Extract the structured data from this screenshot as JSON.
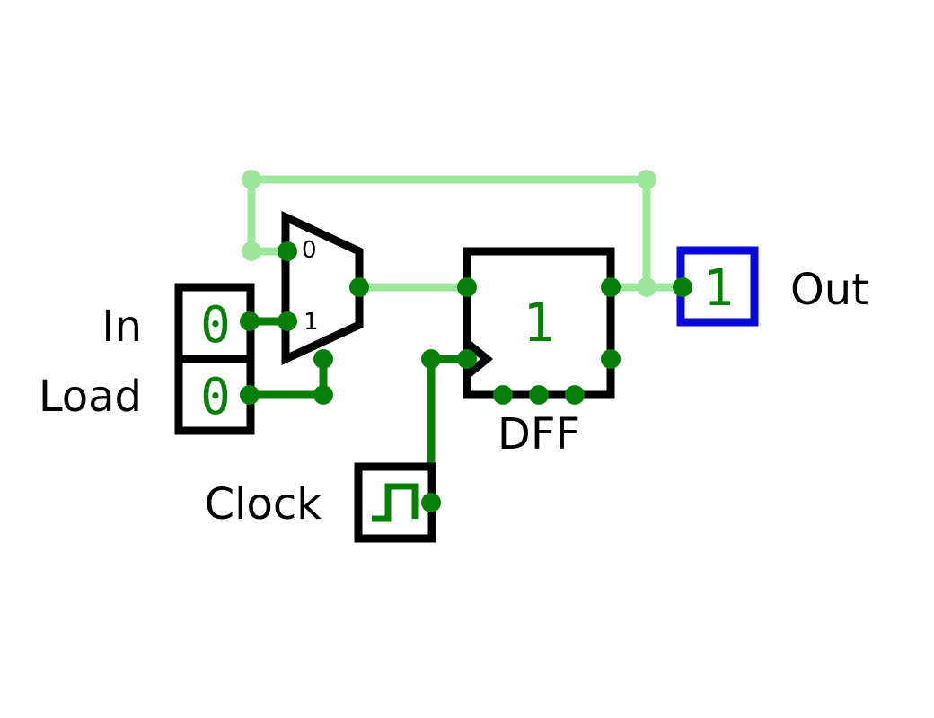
{
  "colors": {
    "wire_high": "#9be89b",
    "wire_low": "#087f08",
    "outline": "#000000",
    "output_border": "#0a0ad8",
    "value_text": "#087f08"
  },
  "inputs": {
    "in": {
      "label": "In",
      "value": "0"
    },
    "load": {
      "label": "Load",
      "value": "0"
    },
    "clock": {
      "label": "Clock",
      "icon": "clock-wave-icon"
    }
  },
  "mux": {
    "port0_label": "0",
    "port1_label": "1"
  },
  "dff": {
    "label": "DFF",
    "value": "1"
  },
  "output": {
    "label": "Out",
    "value": "1"
  }
}
